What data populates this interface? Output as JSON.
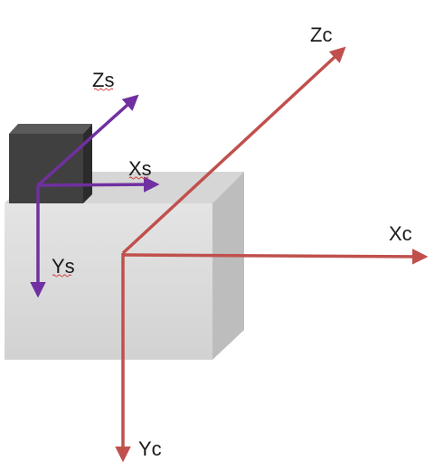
{
  "diagram": {
    "camera_frame": {
      "x_label": "Xc",
      "y_label": "Yc",
      "z_label": "Zc",
      "color": "#c0504d"
    },
    "sensor_frame": {
      "x_label": "Xs",
      "y_label": "Ys",
      "z_label": "Zs",
      "color": "#7030a0"
    },
    "colors": {
      "base_block_front": "#d9d9d9",
      "base_block_side": "#bfbfbf",
      "sensor_cube_front": "#404040",
      "sensor_cube_side": "#2a2a2a"
    }
  }
}
